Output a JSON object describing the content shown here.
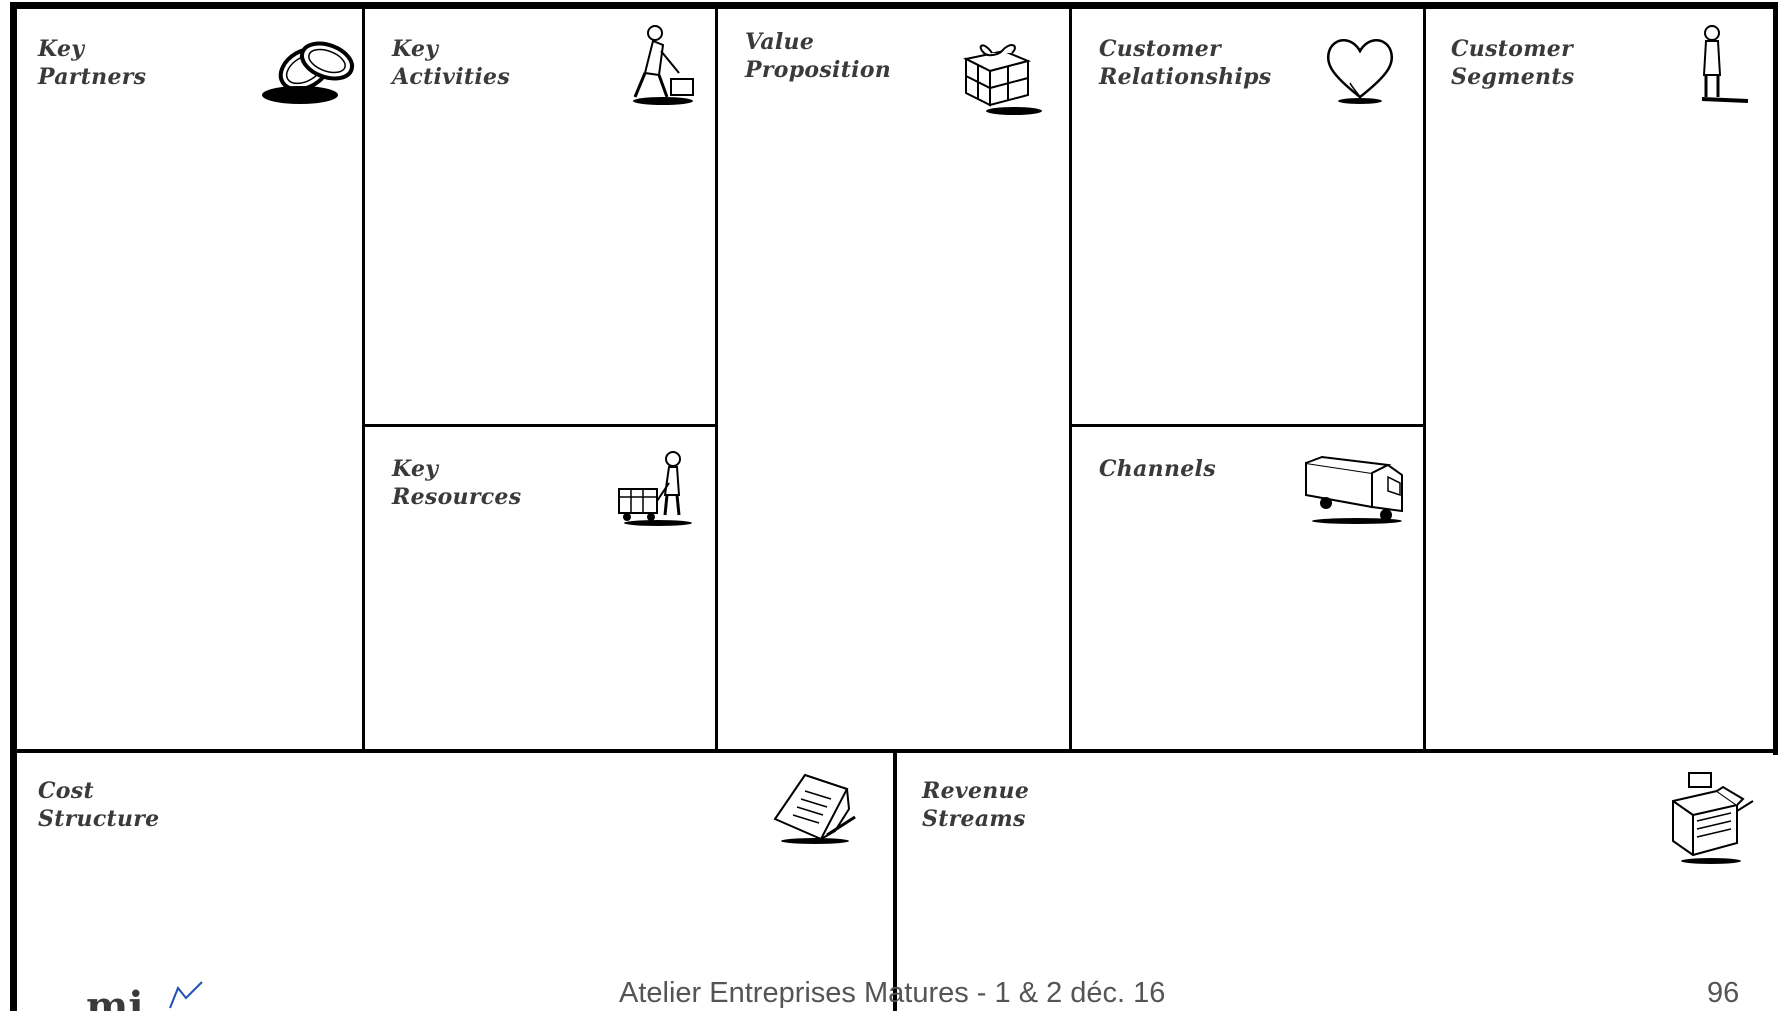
{
  "canvas": {
    "blocks": {
      "key_partners": "Key\nPartners",
      "key_activities": "Key\nActivities",
      "key_resources": "Key\nResources",
      "value_proposition": "Value\nProposition",
      "customer_relationships": "Customer\nRelationships",
      "channels": "Channels",
      "customer_segments": "Customer\nSegments",
      "cost_structure": "Cost\nStructure",
      "revenue_streams": "Revenue\nStreams"
    },
    "icons": {
      "key_partners": "chain-links-icon",
      "key_activities": "worker-icon",
      "key_resources": "person-with-cart-icon",
      "value_proposition": "gift-box-icon",
      "customer_relationships": "heart-icon",
      "channels": "delivery-truck-icon",
      "customer_segments": "person-icon",
      "cost_structure": "receipt-icon",
      "revenue_streams": "cash-register-icon"
    }
  },
  "footer": {
    "event": "Atelier Entreprises Matures - 1 & 2 déc. 16",
    "page_number": "96"
  },
  "colors": {
    "lines": "#000000",
    "title_text": "#3a3a3a",
    "footer_text": "#555555",
    "logo_accent": "#1f4fb5"
  }
}
